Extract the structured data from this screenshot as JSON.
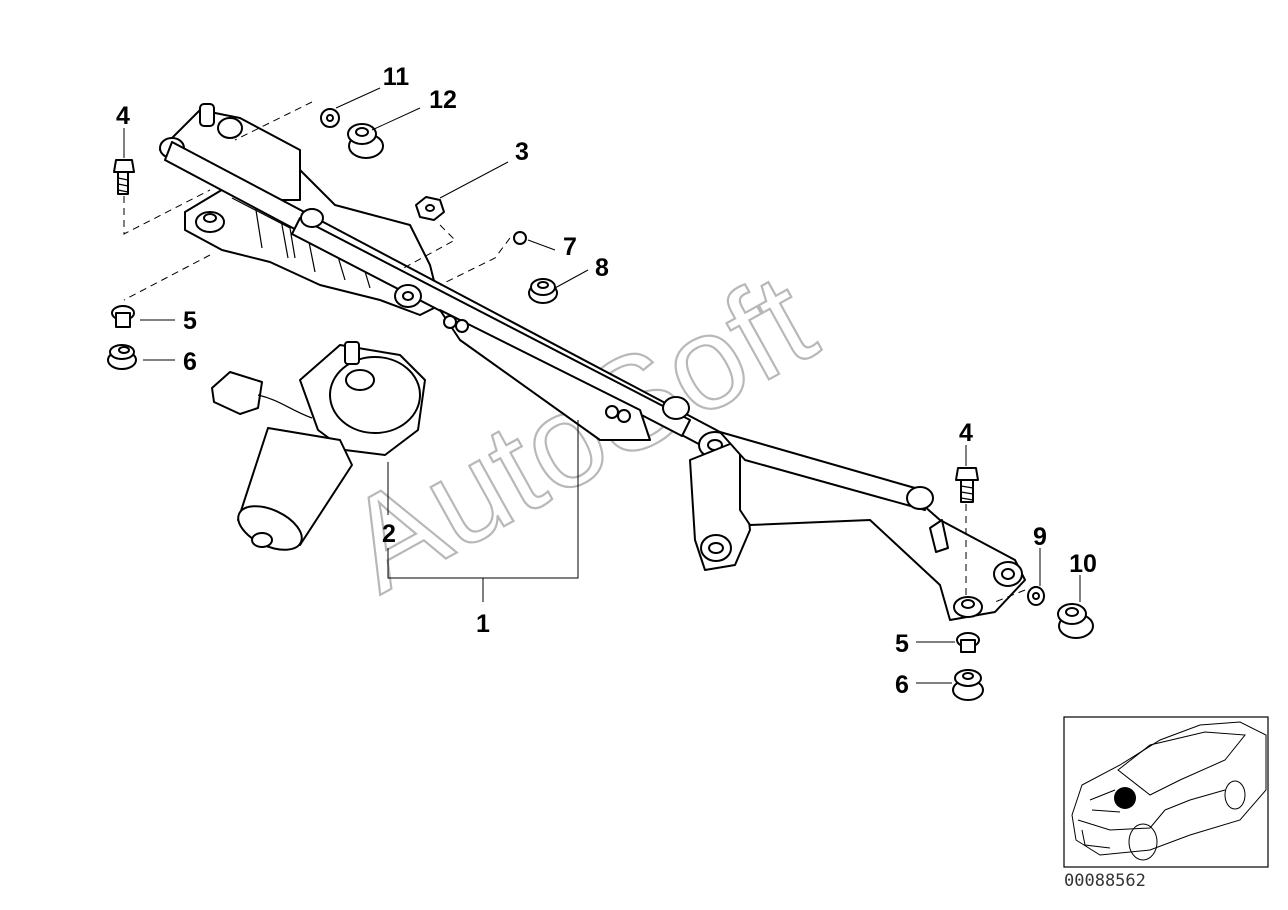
{
  "diagram": {
    "callouts": [
      "1",
      "2",
      "3",
      "4",
      "4",
      "5",
      "5",
      "6",
      "6",
      "7",
      "8",
      "9",
      "10",
      "11",
      "12"
    ],
    "watermark": "AutoSoft",
    "reference_number": "00088562",
    "locator_icon": "car-locator-icon"
  }
}
